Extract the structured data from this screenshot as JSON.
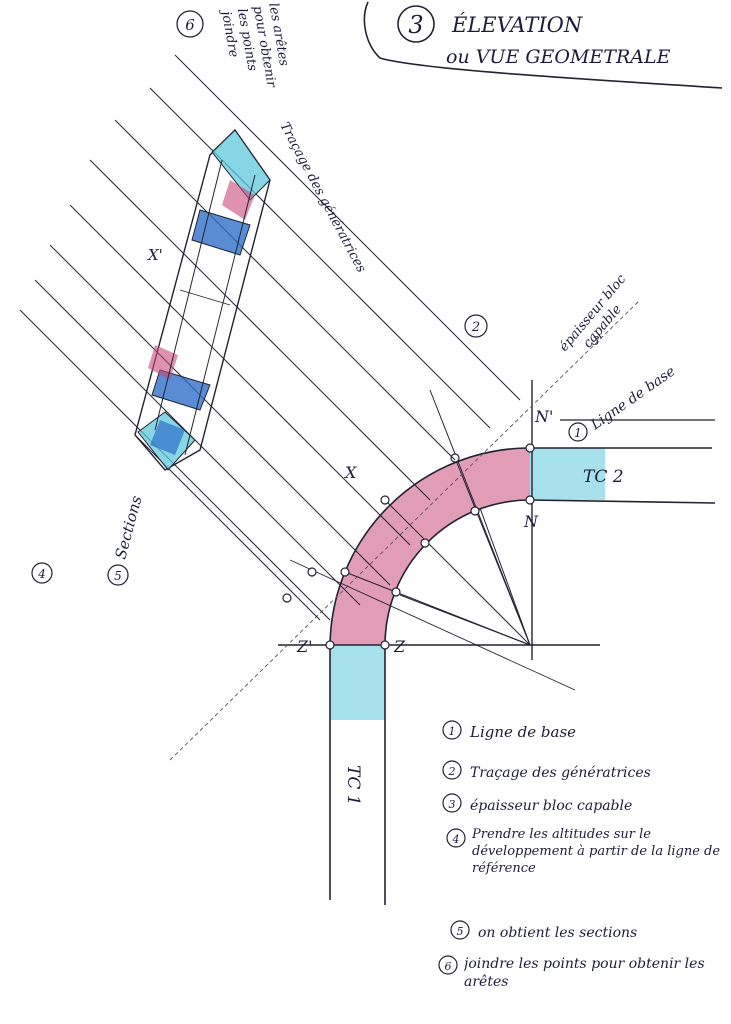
{
  "title": {
    "number": "3",
    "line1": "ÉLEVATION",
    "line2": "ou VUE GEOMETRALE"
  },
  "labels": {
    "step6_number": "6",
    "step6_note": [
      "joindre",
      "les points",
      "pour obtenir",
      "les arêtes"
    ],
    "generatrices_note": "Traçage des génératrices",
    "step2_marker": "2",
    "thickness_note": [
      "épaisseur bloc",
      "capable"
    ],
    "step3_marker": "3",
    "base_line_marker": "1",
    "base_line_note": "Ligne de base",
    "point_n_prime": "N'",
    "point_n": "N",
    "point_z_prime": "Z'",
    "point_z": "Z",
    "point_x": "X",
    "point_x_prime": "X'",
    "sections_marker": "5",
    "sections_note": "Sections",
    "step4_marker": "4",
    "tc2": "TC 2",
    "tc1": "TC 1"
  },
  "colors": {
    "ink": "#222233",
    "pencil": "#555555",
    "cyan": "#5fc8dc",
    "blue": "#2f6fc8",
    "pink": "#c84a7a",
    "paper": "#ffffff"
  },
  "legend": [
    {
      "number": "1",
      "text": "Ligne de base"
    },
    {
      "number": "2",
      "text": "Traçage des génératrices"
    },
    {
      "number": "3",
      "text": "épaisseur bloc capable"
    },
    {
      "number": "4",
      "text": "Prendre les altitudes sur le développement à partir de la ligne de référence"
    },
    {
      "number": "5",
      "text": "on obtient les sections"
    },
    {
      "number": "6",
      "text": "joindre les points pour obtenir les arêtes"
    }
  ]
}
